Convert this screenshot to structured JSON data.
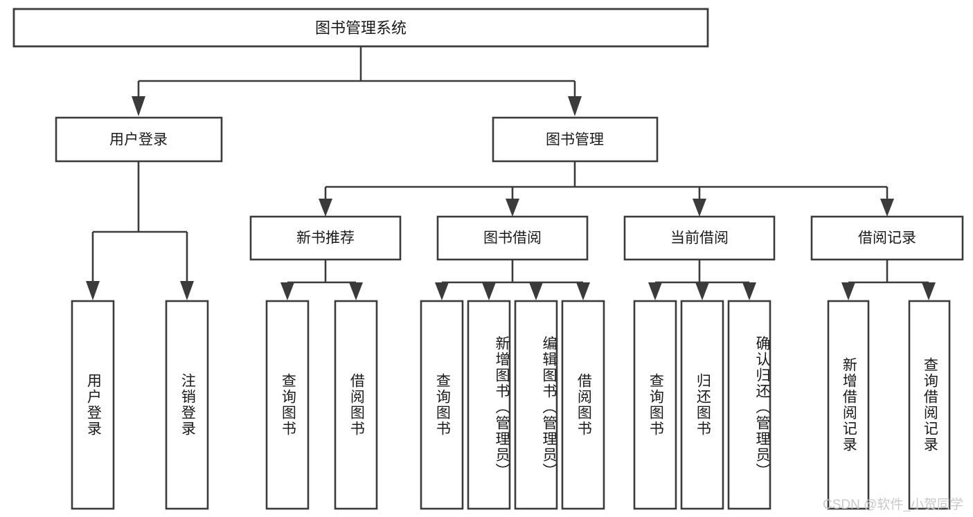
{
  "diagram": {
    "title": "图书管理系统",
    "type": "tree-hierarchy",
    "watermark": "CSDN @软件_小贺同学",
    "colors": {
      "box_stroke": "#3b3b3b",
      "box_fill": "#ffffff",
      "text": "#1a1a1a",
      "watermark": "#c9c9c9",
      "background": "#ffffff"
    },
    "levels": {
      "root": "图书管理系统",
      "level2": [
        "用户登录",
        "图书管理"
      ],
      "level3": [
        "新书推荐",
        "图书借阅",
        "当前借阅",
        "借阅记录"
      ]
    },
    "root": {
      "label": "图书管理系统",
      "children": [
        {
          "label": "用户登录",
          "leaves": [
            {
              "label": "用户登录",
              "orientation": "vertical",
              "align": "middle"
            },
            {
              "label": "注销登录",
              "orientation": "vertical",
              "align": "middle"
            }
          ]
        },
        {
          "label": "图书管理",
          "children": [
            {
              "label": "新书推荐",
              "leaves": [
                {
                  "label": "查询图书",
                  "orientation": "vertical",
                  "align": "middle"
                },
                {
                  "label": "借阅图书",
                  "orientation": "vertical",
                  "align": "middle"
                }
              ]
            },
            {
              "label": "图书借阅",
              "leaves": [
                {
                  "label": "查询图书",
                  "orientation": "vertical",
                  "align": "middle"
                },
                {
                  "label": "新增图书（管理员）",
                  "orientation": "vertical",
                  "align": "top"
                },
                {
                  "label": "编辑图书（管理员）",
                  "orientation": "vertical",
                  "align": "top"
                },
                {
                  "label": "借阅图书",
                  "orientation": "vertical",
                  "align": "middle"
                }
              ]
            },
            {
              "label": "当前借阅",
              "leaves": [
                {
                  "label": "查询图书",
                  "orientation": "vertical",
                  "align": "middle"
                },
                {
                  "label": "归还图书",
                  "orientation": "vertical",
                  "align": "middle"
                },
                {
                  "label": "确认归还（管理员）",
                  "orientation": "vertical",
                  "align": "top"
                }
              ]
            },
            {
              "label": "借阅记录",
              "leaves": [
                {
                  "label": "新增借阅记录",
                  "orientation": "vertical",
                  "align": "middle"
                },
                {
                  "label": "查询借阅记录",
                  "orientation": "vertical",
                  "align": "middle"
                }
              ]
            }
          ]
        }
      ]
    },
    "labels": {
      "root": "图书管理系统",
      "user_login": "用户登录",
      "book_manage": "图书管理",
      "new_book_rec": "新书推荐",
      "book_borrow": "图书借阅",
      "current_borrow": "当前借阅",
      "borrow_record": "借阅记录",
      "leaf_user_login": "用户登录",
      "leaf_logout": "注销登录",
      "leaf_query_book_a": "查询图书",
      "leaf_borrow_book_a": "借阅图书",
      "leaf_query_book_b": "查询图书",
      "leaf_add_book": "新增图书（管理员）",
      "leaf_edit_book": "编辑图书（管理员）",
      "leaf_borrow_book_b": "借阅图书",
      "leaf_query_book_c": "查询图书",
      "leaf_return_book": "归还图书",
      "leaf_confirm_return": "确认归还（管理员）",
      "leaf_add_record": "新增借阅记录",
      "leaf_query_record": "查询借阅记录"
    }
  }
}
